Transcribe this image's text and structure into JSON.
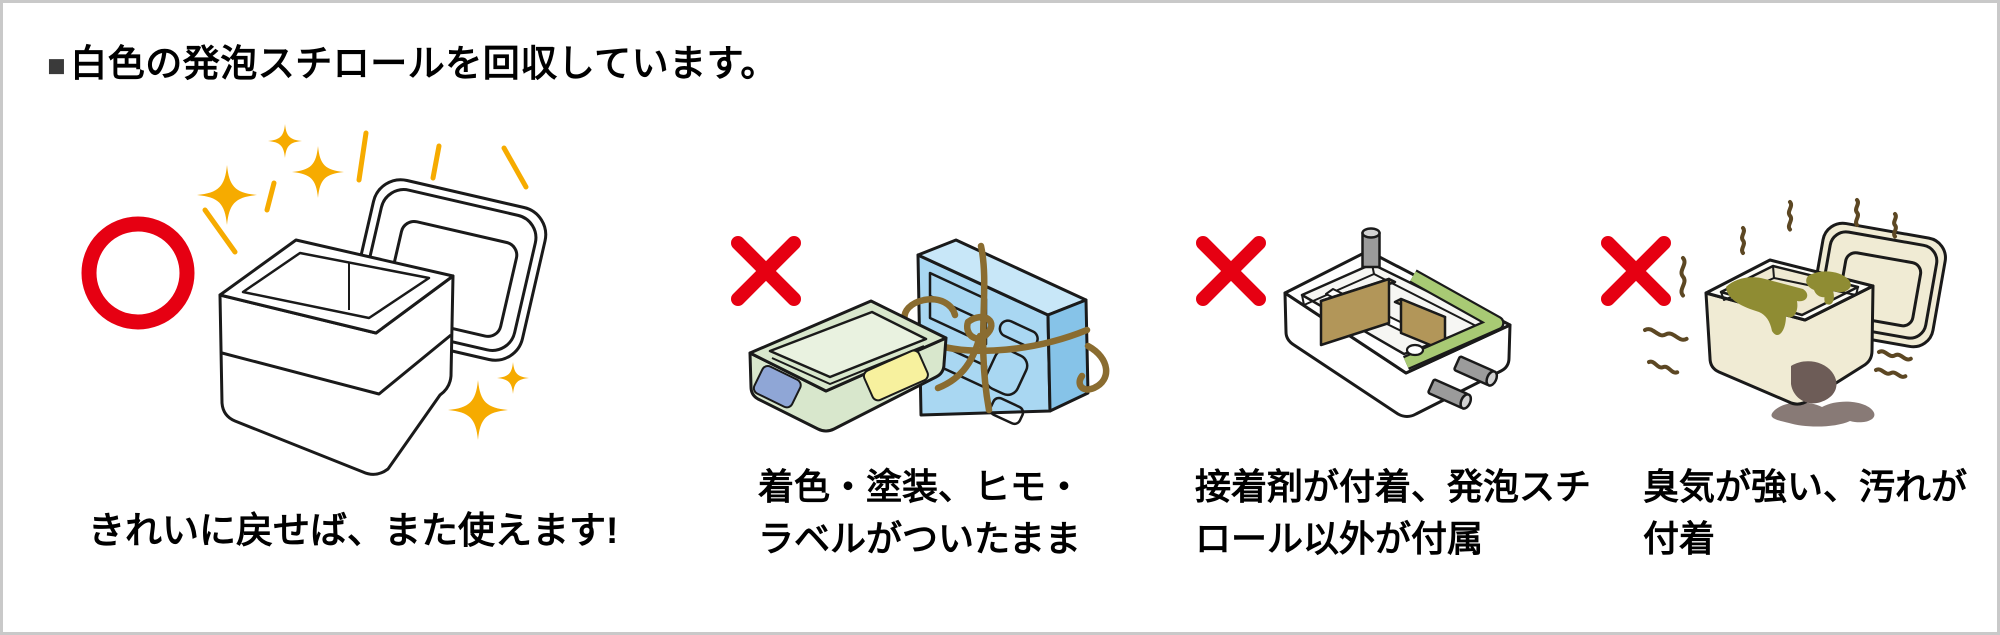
{
  "title": {
    "bullet": "■",
    "text": "白色の発泡スチロールを回収しています。"
  },
  "panels": [
    {
      "mark": "ok",
      "illustration": "clean-white-foam-box-with-lid-and-sparkles",
      "caption_lines": [
        "きれいに戻せば、また使えます!"
      ]
    },
    {
      "mark": "ng",
      "illustration": "colored-painted-tray-and-box-tied-with-string-and-labels",
      "caption_lines": [
        "着色・塗装、ヒモ・",
        "ラベルがついたまま"
      ]
    },
    {
      "mark": "ng",
      "illustration": "foam-box-with-adhesive-cardboard-and-attached-parts",
      "caption_lines": [
        "接着剤が付着、発泡スチ",
        "ロール以外が付属"
      ]
    },
    {
      "mark": "ng",
      "illustration": "smelly-stained-foam-box-with-lid",
      "caption_lines": [
        "臭気が強い、汚れが",
        "付着"
      ]
    }
  ],
  "colors": {
    "mark_red": "#e60012",
    "outline_ink": "#1a1a1a",
    "sparkle_gold": "#f6ab00",
    "tray_green": "#d8e7cc",
    "tray_green_inner": "#e9f2e0",
    "label_blue": "#8fa6d6",
    "label_yellow": "#f7f19e",
    "box_blue": "#a9d7f2",
    "box_blue_top": "#c8e7f8",
    "box_blue_side": "#86c3e8",
    "string_brown": "#8a6c30",
    "cardboard_brown": "#b29659",
    "cardboard_brown_light": "#c9b384",
    "tape_green": "#a8ca74",
    "metal_gray": "#9b9b9b",
    "metal_gray_light": "#d2d2d2",
    "dirty_cream": "#f0ebd4",
    "stain_olive": "#8f8c33",
    "stain_dark": "#6d5c57",
    "puddle": "#887a76",
    "odor_brown": "#5c4723",
    "border_gray": "#c9c9c9"
  }
}
